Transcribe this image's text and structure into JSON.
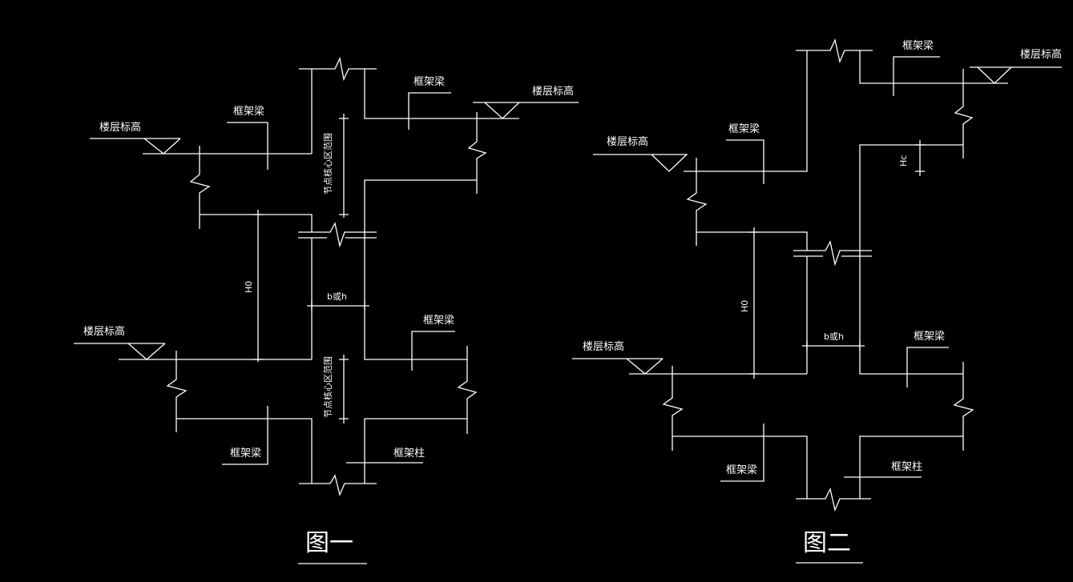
{
  "labels": {
    "frame_beam": "框架梁",
    "floor_elevation": "楼层标高",
    "frame_column": "框架柱",
    "joint_core_zone": "节点核心区范围",
    "h0": "H0",
    "b_or_h": "b或h",
    "hc": "Hc"
  },
  "figures": {
    "fig1_caption": "图一",
    "fig2_caption": "图二"
  }
}
